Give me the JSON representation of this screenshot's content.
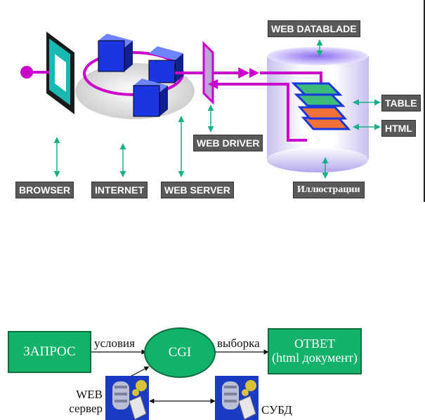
{
  "top_diagram": {
    "labels": {
      "web_datablade": "WEB DATABLADE",
      "table": "TABLE",
      "html": "HTML",
      "web_driver": "WEB DRIVER",
      "browser": "BROWSER",
      "internet": "INTERNET",
      "web_server": "WEB SERVER",
      "illustrations": "Иллюстрации"
    },
    "colors": {
      "label_bg": "#595959",
      "pipe": "#cc00cc",
      "cube": "#1a36e0",
      "arrow": "#19b08a",
      "table_layer": "#3dbb7a",
      "html_layer": "#f2713a"
    }
  },
  "bottom_diagram": {
    "request_box": "ЗАПРОС",
    "conditions_label": "условия",
    "cgi_label": "CGI",
    "selection_label": "выборка",
    "response_title": "ОТВЕТ",
    "response_subtitle": "(html документ)",
    "web_server_line1": "WEB",
    "web_server_line2": "сервер",
    "dbms_label": "СУБД",
    "colors": {
      "node_fill": "#13b26a"
    }
  }
}
